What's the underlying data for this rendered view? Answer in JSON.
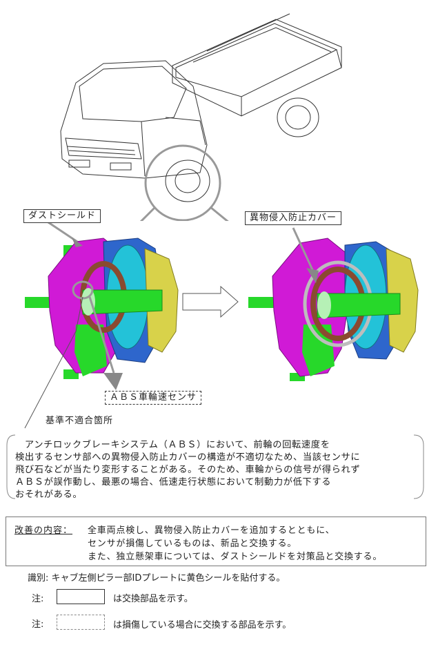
{
  "labels": {
    "dust_shield": "ダストシールド",
    "cover": "異物侵入防止カバー",
    "sensor": "ＡＢＳ車輪速センサ",
    "nonconforming": "基準不適合箇所"
  },
  "description": "　アンチロックブレーキシステム（ＡＢＳ）において、前輪の回転速度を\n検出するセンサ部への異物侵入防止カバーの構造が不適切なため、当該センサに\n飛び石などが当たり変形することがある。そのため、車輪からの信号が得られず\nＡＢＳが誤作動し、最悪の場合、低速走行状態において制動力が低下する\nおそれがある。",
  "improvement": {
    "heading": "改善の内容：",
    "lines": [
      "全車両点検し、異物侵入防止カバーを追加するとともに、",
      "センサが損傷しているものは、新品と交換する。",
      "また、独立懸架車については、ダストシールドを対策品と交換する。"
    ]
  },
  "identification": "識別: キャブ左側ピラー部IDプレートに黄色シールを貼付する。",
  "notes": [
    {
      "prefix": "注:",
      "text": "は交換部品を示す。"
    },
    {
      "prefix": "注:",
      "text": "は損傷している場合に交換する部品を示す。"
    }
  ],
  "colors": {
    "magenta": "#d01ad6",
    "blue": "#2e66cc",
    "cyan": "#23c2d8",
    "green": "#27d82a",
    "yellow": "#d8d24a"
  }
}
